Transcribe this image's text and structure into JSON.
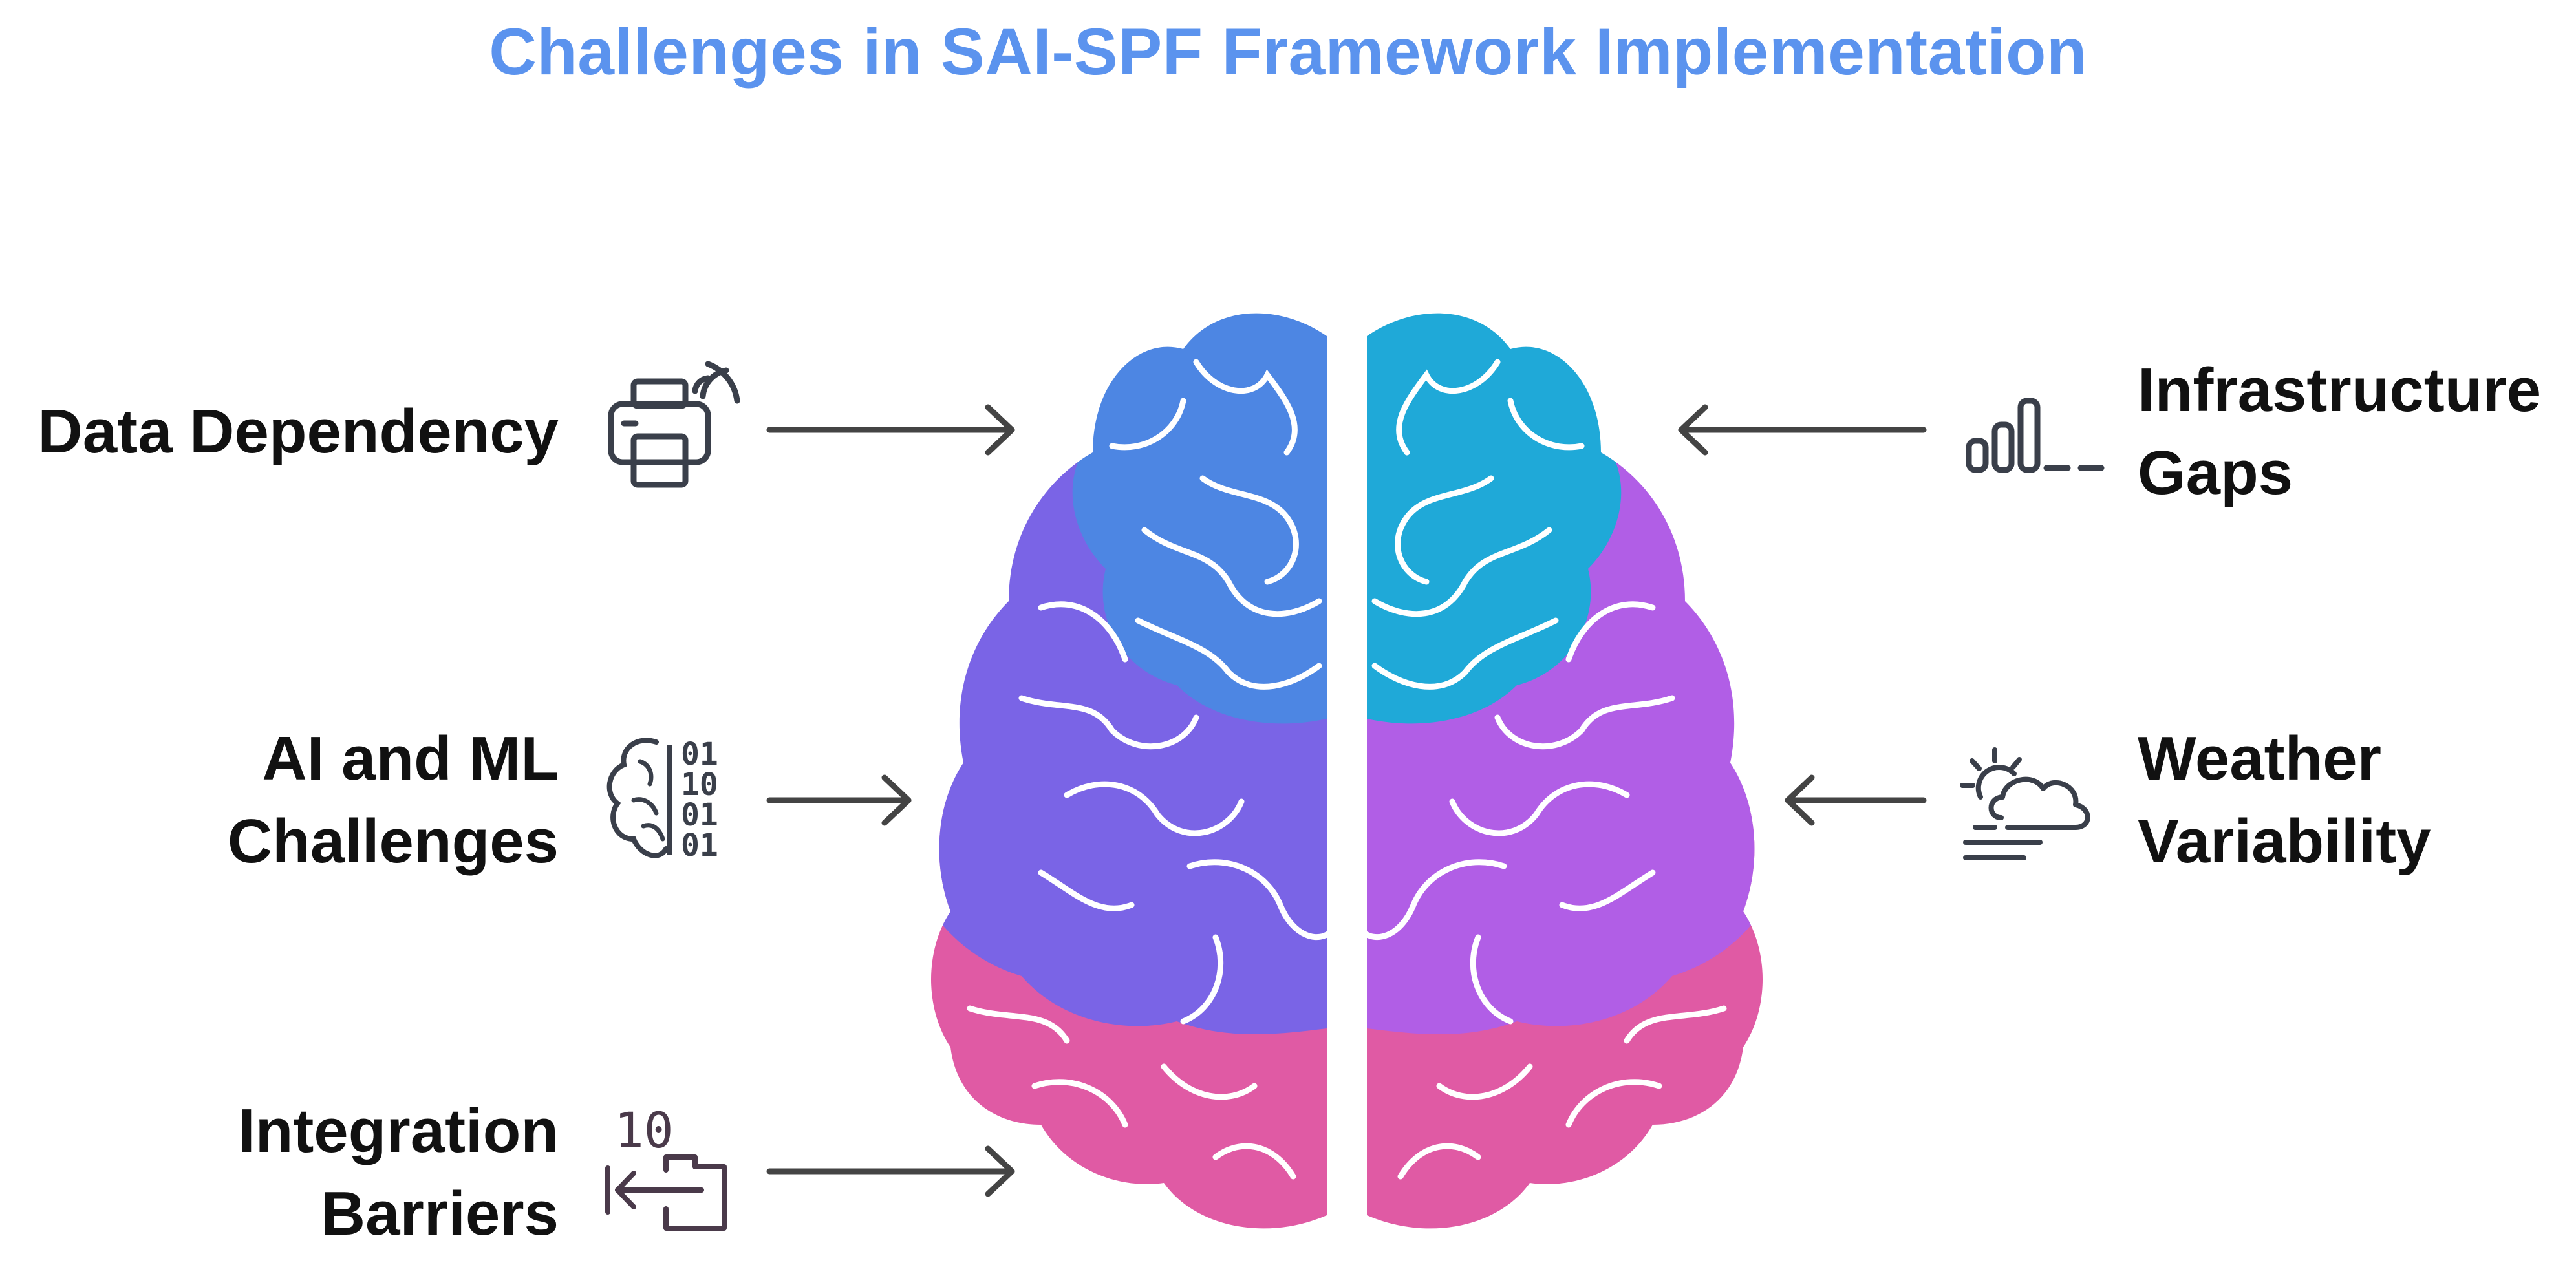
{
  "title": "Challenges in SAI-SPF Framework Implementation",
  "colors": {
    "title": "#5b93ee",
    "brain_top_left": "#4d86e3",
    "brain_top_right": "#1fa9d8",
    "brain_mid_left": "#7a64e6",
    "brain_mid_right": "#b15ee6",
    "brain_bottom": "#e05aa4",
    "arrow": "#444444",
    "icon": "#3a3f4a"
  },
  "challenges": {
    "left": [
      {
        "lines": [
          "Data Dependency"
        ],
        "icon": "printer-wifi-icon"
      },
      {
        "lines": [
          "AI and ML",
          "Challenges"
        ],
        "icon": "brain-binary-icon"
      },
      {
        "lines": [
          "Integration",
          "Barriers"
        ],
        "icon": "integration-binary-icon"
      }
    ],
    "right": [
      {
        "lines": [
          "Infrastructure",
          "Gaps"
        ],
        "icon": "signal-bars-icon"
      },
      {
        "lines": [
          "Weather",
          "Variability"
        ],
        "icon": "sun-cloud-wind-icon"
      }
    ]
  },
  "icon_glyphs": {
    "binary": [
      "01",
      "10",
      "01",
      "01"
    ],
    "integration_digits": "10"
  }
}
